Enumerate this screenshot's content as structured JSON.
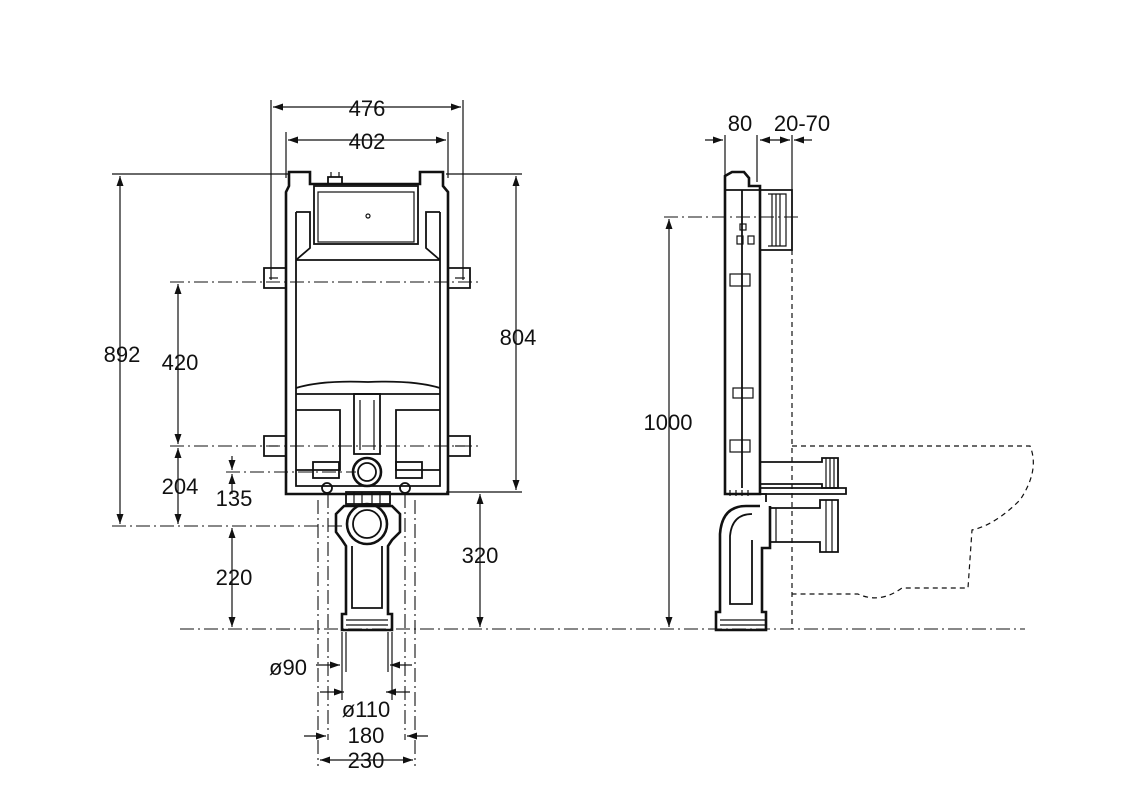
{
  "dimensions": {
    "frame_width_outer": "476",
    "frame_width_inner": "402",
    "total_height": "892",
    "frame_height": "804",
    "bracket_spacing": "420",
    "lower_bracket_height": "204",
    "foot_offset": "135",
    "outlet_height": "320",
    "drain_height": "220",
    "pipe_d90": "ø90",
    "pipe_d110": "ø110",
    "width_180": "180",
    "width_230": "230",
    "side_depth": "80",
    "side_wall_gap": "20-70",
    "side_height": "1000"
  }
}
